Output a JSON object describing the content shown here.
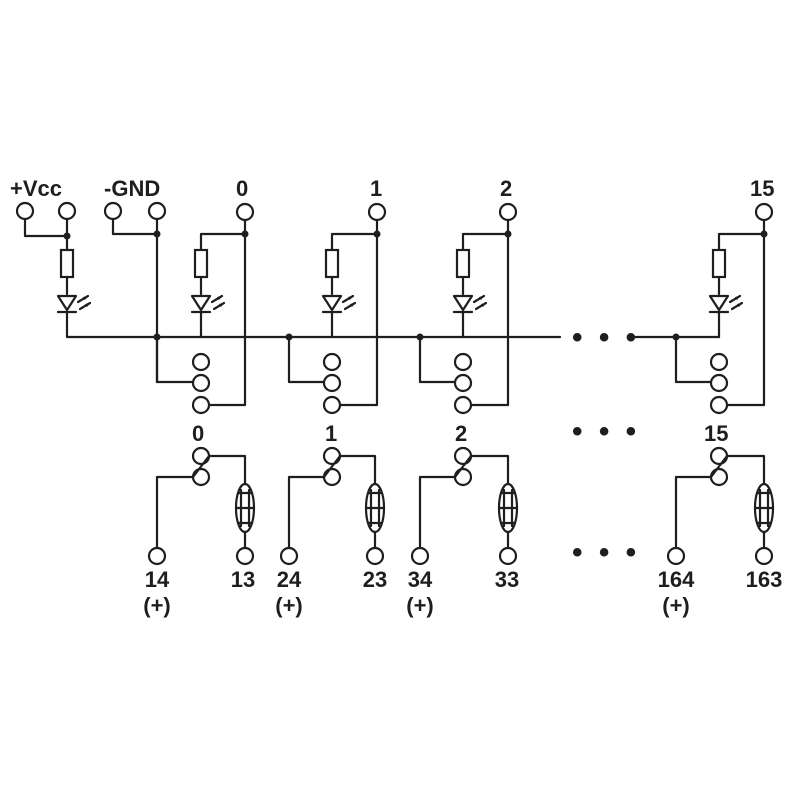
{
  "supply": {
    "vcc_label": "+Vcc",
    "gnd_label": "-GND"
  },
  "channels": [
    {
      "input_label": "0",
      "relay_label": "0",
      "out_plus": "14",
      "out_common": "13",
      "plus_sign": "(+)"
    },
    {
      "input_label": "1",
      "relay_label": "1",
      "out_plus": "24",
      "out_common": "23",
      "plus_sign": "(+)"
    },
    {
      "input_label": "2",
      "relay_label": "2",
      "out_plus": "34",
      "out_common": "33",
      "plus_sign": "(+)"
    },
    {
      "input_label": "15",
      "relay_label": "15",
      "out_plus": "164",
      "out_common": "163",
      "plus_sign": "(+)"
    }
  ],
  "ellipsis": "• • •"
}
